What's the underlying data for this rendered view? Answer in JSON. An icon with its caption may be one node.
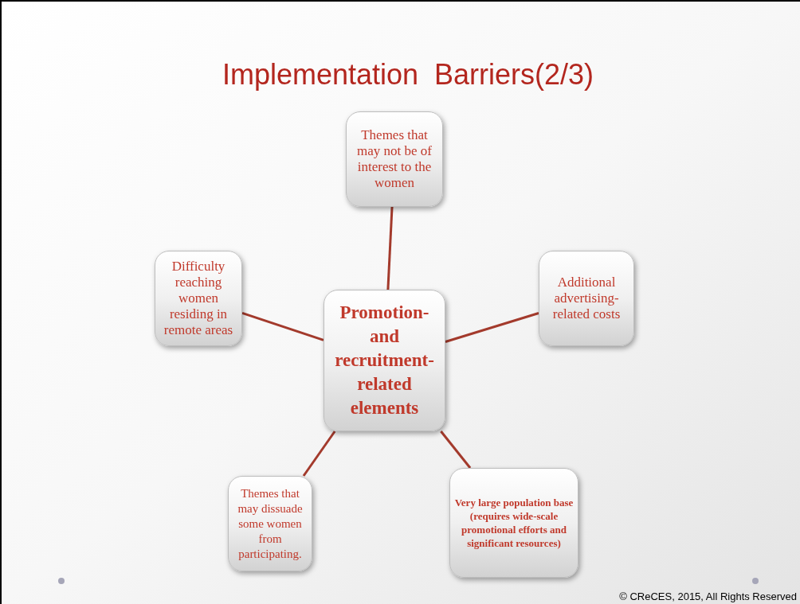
{
  "diagram": {
    "title": "Implementation  Barriers(2/3)",
    "nodes": [
      {
        "text": [
          "Themes that may not be of interest to the women"
        ]
      },
      {
        "text": [
          "Difficulty reaching women residing in remote areas"
        ]
      },
      {
        "text": [
          "Promotion- and recruitment- related elements"
        ]
      },
      {
        "text": [
          "Additional advertising- related costs"
        ]
      },
      {
        "text": [
          "Themes that may dissuade some women from participating."
        ]
      },
      {
        "text": [
          "Very large population base (requires  wide-scale promotional efforts and  significant resources)"
        ]
      }
    ],
    "edges": [
      {
        "from": 2,
        "to": 0,
        "arrow": "none"
      },
      {
        "from": 2,
        "to": 1,
        "arrow": "none"
      },
      {
        "from": 2,
        "to": 3,
        "arrow": "none"
      },
      {
        "from": 2,
        "to": 4,
        "arrow": "none"
      },
      {
        "from": 2,
        "to": 5,
        "arrow": "none"
      }
    ],
    "labels": [
      "© CReCES, 2015, All Rights Reserved"
    ]
  }
}
